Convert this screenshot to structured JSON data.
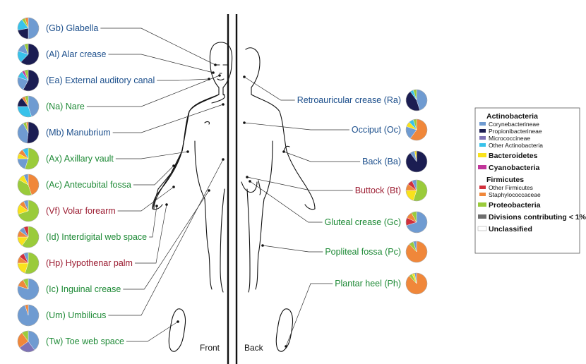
{
  "colors": {
    "Corynebacterineae": "#6f9bd1",
    "Propionibacterineae": "#1b1d52",
    "Micrococcineae": "#7d72b6",
    "Other Actinobacteria": "#38c2ea",
    "Bacteroidetes": "#f9e21c",
    "Cyanobacteria": "#c1359a",
    "Other Firmicutes": "#d12f3c",
    "Staphylococcaceae": "#f0873a",
    "Proteobacteria": "#9acb3b",
    "Divisions contributing < 1%": "#6e6e6e",
    "Unclassified": "#ffffff"
  },
  "label_colors": {
    "dry": "#9b1b30",
    "moist": "#1e8a36",
    "sebaceous": "#1c4f8c"
  },
  "views": {
    "front": "Front",
    "back": "Back"
  },
  "legend": {
    "groups": [
      {
        "heading": "Actinobacteria",
        "items": [
          {
            "label": "Corynebacterineae",
            "color": "Corynebacterineae"
          },
          {
            "label": "Propionibacterineae",
            "color": "Propionibacterineae"
          },
          {
            "label": "Micrococcineae",
            "color": "Micrococcineae"
          },
          {
            "label": "Other Actinobacteria",
            "color": "Other Actinobacteria"
          }
        ]
      },
      {
        "heading": "Bacteroidetes",
        "swatch": "Bacteroidetes",
        "items": []
      },
      {
        "heading": "Cyanobacteria",
        "swatch": "Cyanobacteria",
        "items": []
      },
      {
        "heading": "Firmicutes",
        "items": [
          {
            "label": "Other Firmicutes",
            "color": "Other Firmicutes"
          },
          {
            "label": "Staphylococcaceae",
            "color": "Staphylococcaceae"
          }
        ]
      },
      {
        "heading": "Proteobacteria",
        "swatch": "Proteobacteria",
        "items": []
      },
      {
        "heading": "Divisions contributing < 1%",
        "swatch": "Divisions contributing < 1%",
        "items": []
      },
      {
        "heading": "Unclassified",
        "swatch": "Unclassified",
        "items": []
      }
    ]
  },
  "sites": [
    {
      "code": "Gb",
      "label": "(Gb) Glabella",
      "side": "front",
      "type": "sebaceous",
      "composition": [
        [
          "Corynebacterineae",
          50
        ],
        [
          "Propionibacterineae",
          22
        ],
        [
          "Other Actinobacteria",
          18
        ],
        [
          "Proteobacteria",
          5
        ],
        [
          "Staphylococcaceae",
          5
        ]
      ]
    },
    {
      "code": "Al",
      "label": "(Al) Alar crease",
      "side": "front",
      "type": "sebaceous",
      "composition": [
        [
          "Propionibacterineae",
          62
        ],
        [
          "Other Actinobacteria",
          18
        ],
        [
          "Corynebacterineae",
          14
        ],
        [
          "Proteobacteria",
          6
        ]
      ]
    },
    {
      "code": "Ea",
      "label": "(Ea) External auditory canal",
      "side": "front",
      "type": "sebaceous",
      "composition": [
        [
          "Propionibacterineae",
          58
        ],
        [
          "Corynebacterineae",
          22
        ],
        [
          "Other Actinobacteria",
          10
        ],
        [
          "Cyanobacteria",
          4
        ],
        [
          "Proteobacteria",
          6
        ]
      ]
    },
    {
      "code": "Na",
      "label": "(Na) Nare",
      "side": "front",
      "type": "moist",
      "composition": [
        [
          "Corynebacterineae",
          45
        ],
        [
          "Other Actinobacteria",
          30
        ],
        [
          "Propionibacterineae",
          15
        ],
        [
          "Staphylococcaceae",
          5
        ],
        [
          "Proteobacteria",
          5
        ]
      ]
    },
    {
      "code": "Mb",
      "label": "(Mb) Manubrium",
      "side": "front",
      "type": "sebaceous",
      "composition": [
        [
          "Propionibacterineae",
          52
        ],
        [
          "Corynebacterineae",
          40
        ],
        [
          "Proteobacteria",
          5
        ],
        [
          "Staphylococcaceae",
          3
        ]
      ]
    },
    {
      "code": "Ax",
      "label": "(Ax) Axillary vault",
      "side": "front",
      "type": "moist",
      "composition": [
        [
          "Proteobacteria",
          55
        ],
        [
          "Corynebacterineae",
          20
        ],
        [
          "Bacteroidetes",
          8
        ],
        [
          "Staphylococcaceae",
          8
        ],
        [
          "Other Actinobacteria",
          9
        ]
      ]
    },
    {
      "code": "Ac",
      "label": "(Ac) Antecubital fossa",
      "side": "front",
      "type": "moist",
      "composition": [
        [
          "Staphylococcaceae",
          45
        ],
        [
          "Proteobacteria",
          38
        ],
        [
          "Bacteroidetes",
          10
        ],
        [
          "Corynebacterineae",
          7
        ]
      ]
    },
    {
      "code": "Vf",
      "label": "(Vf) Volar forearm",
      "side": "front",
      "type": "dry",
      "composition": [
        [
          "Proteobacteria",
          70
        ],
        [
          "Bacteroidetes",
          15
        ],
        [
          "Staphylococcaceae",
          8
        ],
        [
          "Corynebacterineae",
          7
        ]
      ]
    },
    {
      "code": "Id",
      "label": "(Id) Interdigital web space",
      "side": "front",
      "type": "moist",
      "composition": [
        [
          "Proteobacteria",
          60
        ],
        [
          "Bacteroidetes",
          15
        ],
        [
          "Staphylococcaceae",
          10
        ],
        [
          "Corynebacterineae",
          8
        ],
        [
          "Other Firmicutes",
          7
        ]
      ]
    },
    {
      "code": "Hp",
      "label": "(Hp) Hypothenar palm",
      "side": "front",
      "type": "dry",
      "composition": [
        [
          "Proteobacteria",
          55
        ],
        [
          "Bacteroidetes",
          20
        ],
        [
          "Staphylococcaceae",
          10
        ],
        [
          "Other Firmicutes",
          8
        ],
        [
          "Corynebacterineae",
          7
        ]
      ]
    },
    {
      "code": "Ic",
      "label": "(Ic) Inguinal crease",
      "side": "front",
      "type": "moist",
      "composition": [
        [
          "Corynebacterineae",
          80
        ],
        [
          "Staphylococcaceae",
          12
        ],
        [
          "Proteobacteria",
          8
        ]
      ]
    },
    {
      "code": "Um",
      "label": "(Um) Umbilicus",
      "side": "front",
      "type": "moist",
      "composition": [
        [
          "Corynebacterineae",
          95
        ],
        [
          "Staphylococcaceae",
          5
        ]
      ]
    },
    {
      "code": "Tw",
      "label": "(Tw) Toe web space",
      "side": "front",
      "type": "moist",
      "composition": [
        [
          "Corynebacterineae",
          40
        ],
        [
          "Micrococcineae",
          25
        ],
        [
          "Staphylococcaceae",
          25
        ],
        [
          "Proteobacteria",
          10
        ]
      ]
    },
    {
      "code": "Ra",
      "label": "Retroauricular crease (Ra)",
      "side": "back",
      "type": "sebaceous",
      "composition": [
        [
          "Corynebacterineae",
          45
        ],
        [
          "Propionibacterineae",
          45
        ],
        [
          "Other Actinobacteria",
          5
        ],
        [
          "Proteobacteria",
          5
        ]
      ]
    },
    {
      "code": "Oc",
      "label": "Occiput (Oc)",
      "side": "back",
      "type": "sebaceous",
      "composition": [
        [
          "Staphylococcaceae",
          60
        ],
        [
          "Corynebacterineae",
          20
        ],
        [
          "Bacteroidetes",
          8
        ],
        [
          "Other Actinobacteria",
          7
        ],
        [
          "Proteobacteria",
          5
        ]
      ]
    },
    {
      "code": "Ba",
      "label": "Back (Ba)",
      "side": "back",
      "type": "sebaceous",
      "composition": [
        [
          "Propionibacterineae",
          90
        ],
        [
          "Corynebacterineae",
          7
        ],
        [
          "Bacteroidetes",
          3
        ]
      ]
    },
    {
      "code": "Bt",
      "label": "Buttock (Bt)",
      "side": "back",
      "type": "dry",
      "composition": [
        [
          "Proteobacteria",
          55
        ],
        [
          "Bacteroidetes",
          20
        ],
        [
          "Staphylococcaceae",
          10
        ],
        [
          "Other Firmicutes",
          8
        ],
        [
          "Corynebacterineae",
          7
        ]
      ]
    },
    {
      "code": "Gc",
      "label": "Gluteal crease (Gc)",
      "side": "back",
      "type": "moist",
      "composition": [
        [
          "Corynebacterineae",
          70
        ],
        [
          "Other Firmicutes",
          12
        ],
        [
          "Staphylococcaceae",
          10
        ],
        [
          "Proteobacteria",
          8
        ]
      ]
    },
    {
      "code": "Pc",
      "label": "Popliteal fossa (Pc)",
      "side": "back",
      "type": "moist",
      "composition": [
        [
          "Staphylococcaceae",
          88
        ],
        [
          "Proteobacteria",
          7
        ],
        [
          "Corynebacterineae",
          5
        ]
      ]
    },
    {
      "code": "Ph",
      "label": "Plantar heel (Ph)",
      "side": "back",
      "type": "moist",
      "composition": [
        [
          "Staphylococcaceae",
          88
        ],
        [
          "Proteobacteria",
          5
        ],
        [
          "Bacteroidetes",
          4
        ],
        [
          "Corynebacterineae",
          3
        ]
      ]
    }
  ]
}
